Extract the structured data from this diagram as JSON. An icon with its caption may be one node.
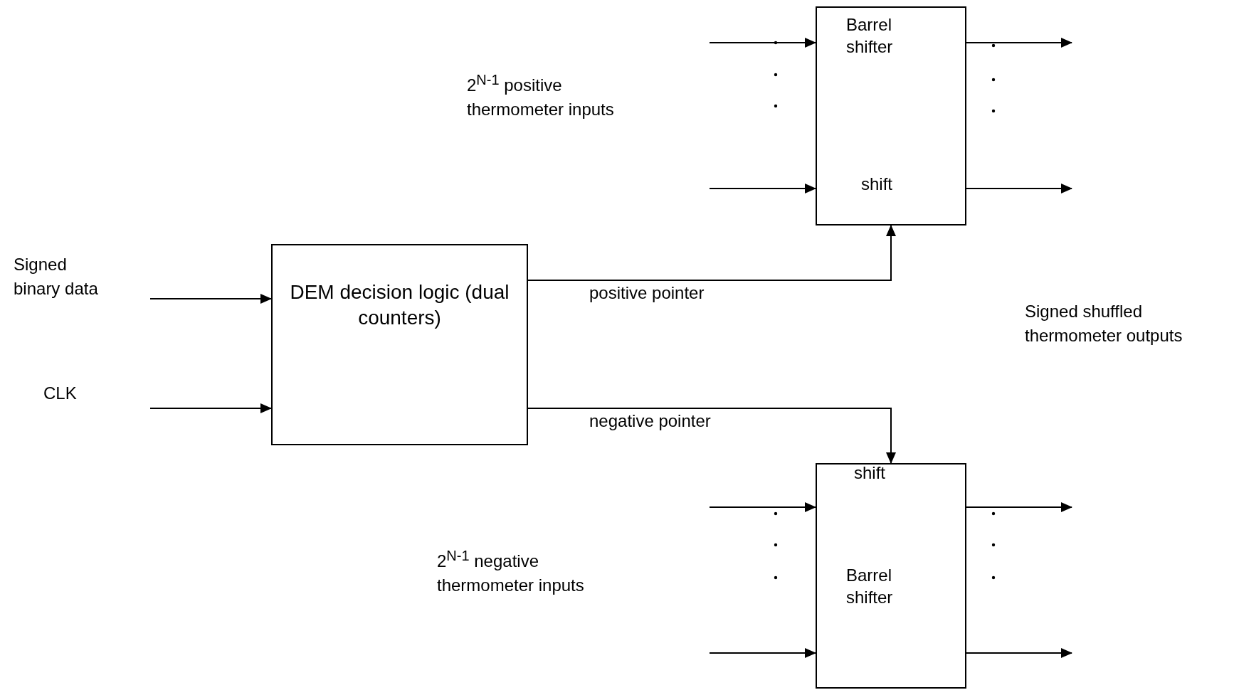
{
  "diagram": {
    "nodes": [
      {
        "text": [
          "Barrel shifter",
          "shift"
        ]
      },
      {
        "text": [
          "DEM decision logic (dual counters)"
        ]
      },
      {
        "text": [
          "shift",
          "Barrel shifter"
        ]
      }
    ],
    "edges": [
      {
        "from": null,
        "to": 0,
        "arrow": "to"
      },
      {
        "from": null,
        "to": 0,
        "arrow": "to"
      },
      {
        "from": 0,
        "to": null,
        "arrow": "to"
      },
      {
        "from": 0,
        "to": null,
        "arrow": "to"
      },
      {
        "from": null,
        "to": 1,
        "arrow": "to"
      },
      {
        "from": null,
        "to": 1,
        "arrow": "to"
      },
      {
        "from": 1,
        "to": 0,
        "arrow": "to",
        "label": "positive pointer"
      },
      {
        "from": 1,
        "to": 2,
        "arrow": "to",
        "label": "negative pointer"
      },
      {
        "from": null,
        "to": 2,
        "arrow": "to"
      },
      {
        "from": null,
        "to": 2,
        "arrow": "to"
      },
      {
        "from": 2,
        "to": null,
        "arrow": "to"
      },
      {
        "from": 2,
        "to": null,
        "arrow": "to"
      }
    ],
    "labels": [
      "2$^{N-1}$ positive thermometer inputs",
      "Signed binary data",
      "Signed shuffled thermometer outputs",
      "CLK",
      "2$^{N-1}$ negative thermometer inputs"
    ]
  }
}
